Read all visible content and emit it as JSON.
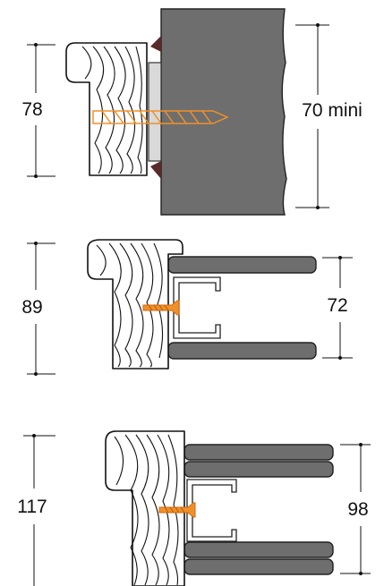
{
  "sections": [
    {
      "id": "top",
      "frame_dimension": "78",
      "wall_dimension": "70 mini",
      "wall_type": "masonry"
    },
    {
      "id": "middle",
      "frame_dimension": "89",
      "wall_dimension": "72",
      "wall_type": "drywall"
    },
    {
      "id": "bottom",
      "frame_dimension": "117",
      "wall_dimension": "98",
      "wall_type": "double-drywall"
    }
  ],
  "colors": {
    "screw": "#f0902a",
    "board": "#6e6e6e",
    "wall": "#6e6e6e",
    "seal": "#5a2a2a",
    "line": "#111111"
  },
  "icons": {
    "fastener": "screw-icon",
    "profile": "wood-frame-icon"
  }
}
